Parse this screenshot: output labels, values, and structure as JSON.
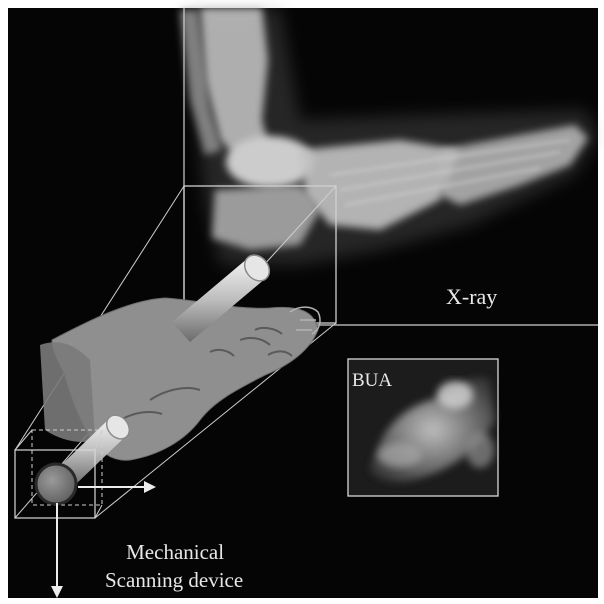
{
  "figure": {
    "labels": {
      "xray": "X-ray",
      "bua": "BUA",
      "device_line1": "Mechanical",
      "device_line2": "Scanning device"
    },
    "colors": {
      "background": "#050505",
      "bone": "#d9d9d9",
      "foot_model": "#8f8f8f",
      "label_text": "#e8e8e8",
      "outline": "#cfcfcf"
    }
  }
}
